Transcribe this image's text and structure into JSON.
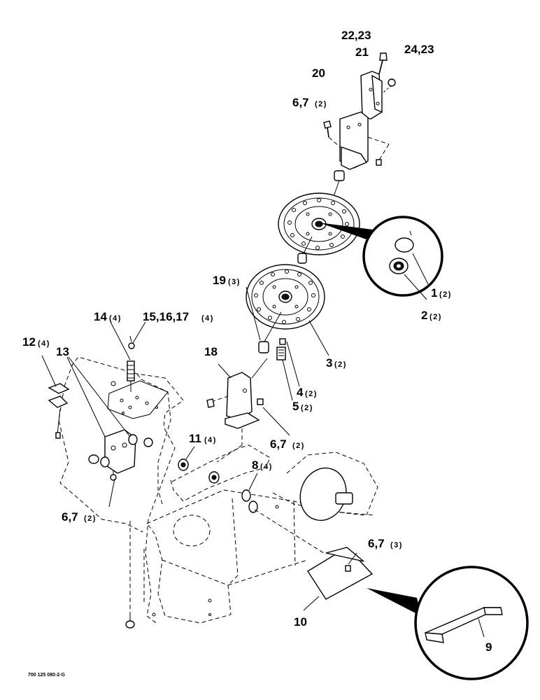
{
  "callouts": {
    "c22_23": "22,23",
    "c24_23": "24,23",
    "c21": "21",
    "c20": "20",
    "c6_7_top": "6,7",
    "c6_7_top_qty": "(2)",
    "c1": "1",
    "c1_qty": "(2)",
    "c2": "2",
    "c2_qty": "(2)",
    "c3": "3",
    "c3_qty": "(2)",
    "c19": "19",
    "c19_qty": "(3)",
    "c14": "14",
    "c14_qty": "(4)",
    "c15_16_17": "15,16,17",
    "c15_16_17_qty": "(4)",
    "c12": "12",
    "c12_qty": "(4)",
    "c13": "13",
    "c18": "18",
    "c4": "4",
    "c4_qty": "(2)",
    "c5": "5",
    "c5_qty": "(2)",
    "c6_7_mid": "6,7",
    "c6_7_mid_qty": "(2)",
    "c11": "11",
    "c11_qty": "(4)",
    "c8": "8",
    "c8_qty": "(4)",
    "c6_7_left": "6,7",
    "c6_7_left_qty": "(2)",
    "c6_7_right": "6,7",
    "c6_7_right_qty": "(3)",
    "c10": "10",
    "c9": "9"
  },
  "figure_id": "700 125 080-2-G"
}
